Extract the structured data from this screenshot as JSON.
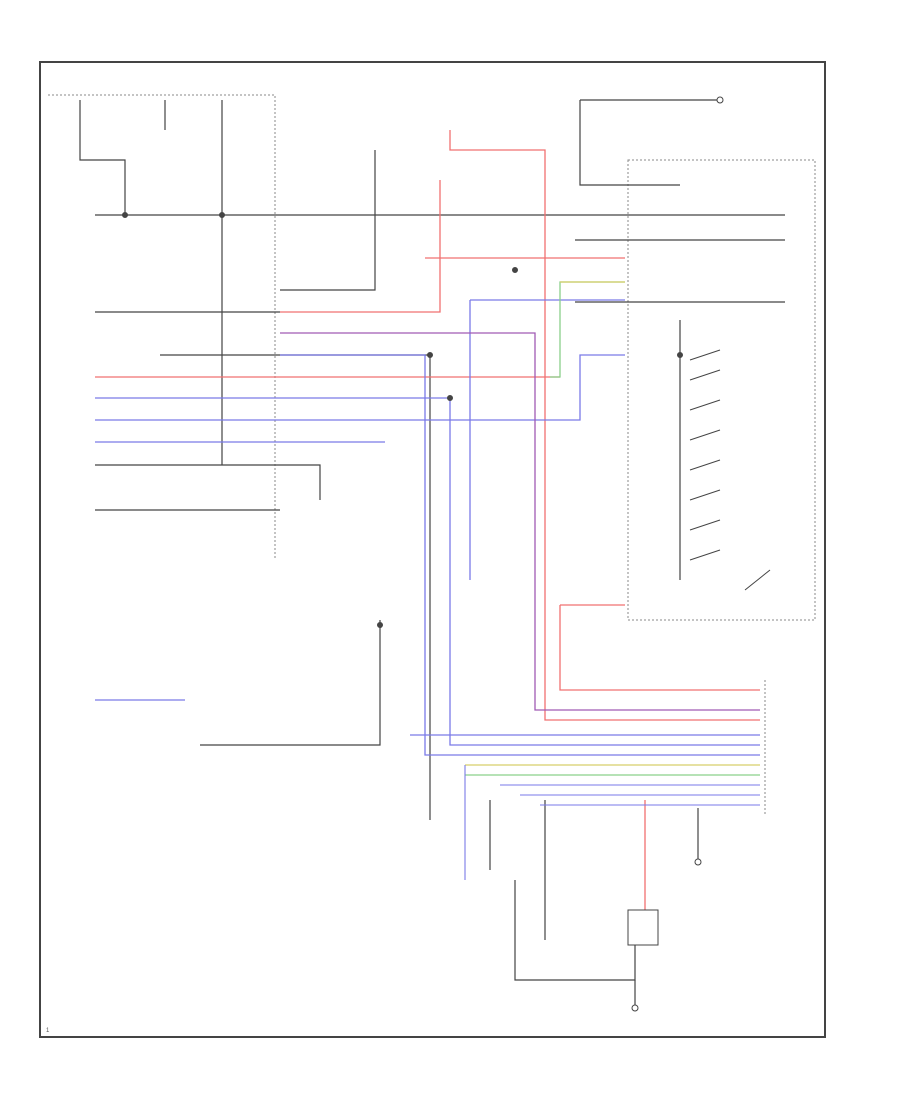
{
  "diagram": {
    "figure_id": "1",
    "components": [
      {
        "id": "fuse-1",
        "label": "",
        "kind": "fuse"
      },
      {
        "id": "fuse-2",
        "label": "",
        "kind": "fuse"
      },
      {
        "id": "fuse-3",
        "label": "",
        "kind": "fuse"
      },
      {
        "id": "ig-relay",
        "label": "",
        "kind": "relay"
      },
      {
        "id": "combination-switch",
        "label": "",
        "kind": "switch"
      },
      {
        "id": "integration-module",
        "label": "",
        "kind": "module"
      },
      {
        "id": "wiper-motor",
        "label": "",
        "kind": "motor"
      },
      {
        "id": "washer-motor",
        "label": "",
        "kind": "motor"
      },
      {
        "id": "rain-sensor",
        "label": "",
        "kind": "sensor"
      },
      {
        "id": "ground",
        "label": "",
        "kind": "ground"
      }
    ],
    "wire_colors": {
      "red": "#f07070",
      "blue": "#7a7ae8",
      "black": "#444444",
      "green": "#8ad08a",
      "yellow": "#d6cf6a",
      "purple": "#a05ab4"
    }
  }
}
